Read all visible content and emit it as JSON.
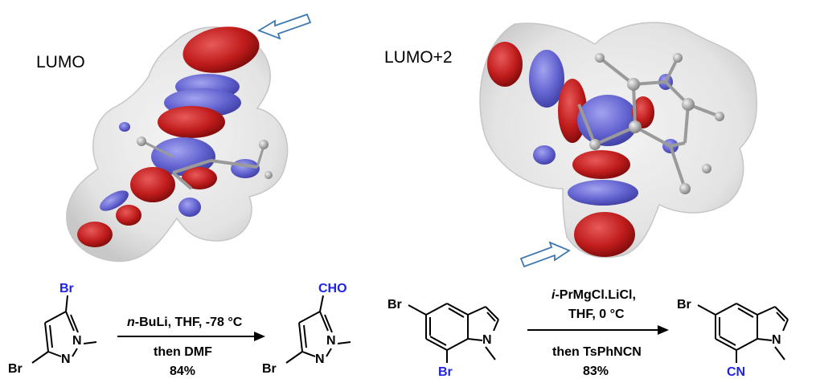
{
  "orbitals": {
    "left_label": "LUMO",
    "right_label": "LUMO+2"
  },
  "reaction1": {
    "reactant": {
      "br_top": "Br",
      "br_left": "Br",
      "n1": "N",
      "n2": "N"
    },
    "conditions": {
      "line1_italic": "n",
      "line1_rest": "-BuLi, THF, -78 °C",
      "line2": "then DMF",
      "yield": "84%"
    },
    "product": {
      "cho": "CHO",
      "br_left": "Br",
      "n1": "N",
      "n2": "N"
    }
  },
  "reaction2": {
    "reactant": {
      "br_top": "Br",
      "br_bottom": "Br",
      "n": "N"
    },
    "conditions": {
      "line1_italic": "i",
      "line1_rest": "-PrMgCl.LiCl,",
      "line2": "THF, 0 °C",
      "line3": "then TsPhNCN",
      "yield": "83%"
    },
    "product": {
      "br_top": "Br",
      "cn": "CN",
      "n": "N"
    }
  },
  "colors": {
    "highlight_blue": "#1f23e6",
    "lobe_red": "#c8141a",
    "lobe_blue": "#6e6ed6",
    "surface_gray": "#d9d9d9",
    "arrow_outline": "#3f78b0"
  }
}
